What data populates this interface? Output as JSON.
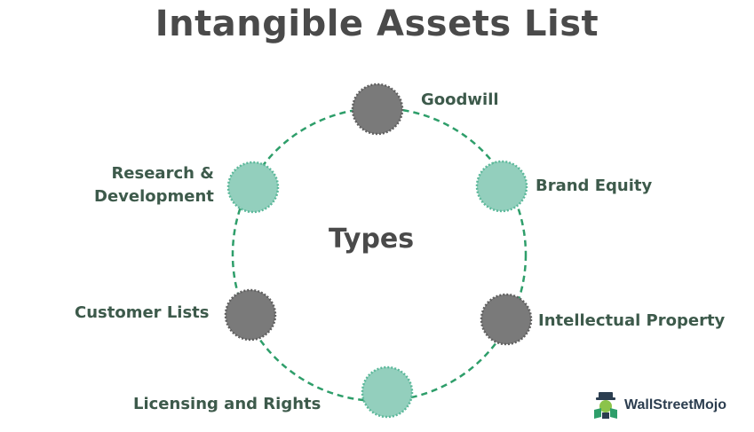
{
  "title": "Intangible Assets List",
  "center": "Types",
  "nodes": [
    {
      "label": "Goodwill",
      "color": "#7a7a7a"
    },
    {
      "label": "Brand Equity",
      "color": "#93cfbd"
    },
    {
      "label": "Intellectual Property",
      "color": "#7a7a7a"
    },
    {
      "label": "Licensing and Rights",
      "color": "#93cfbd"
    },
    {
      "label": "Customer Lists",
      "color": "#7a7a7a"
    },
    {
      "label": "Research & Development",
      "label_lines": [
        "Research &",
        "Development"
      ],
      "color": "#93cfbd"
    }
  ],
  "ring_color": "#2e9e6a",
  "logo": {
    "text": "WallStreetMojo",
    "icon": "mojo-mascot-icon"
  }
}
